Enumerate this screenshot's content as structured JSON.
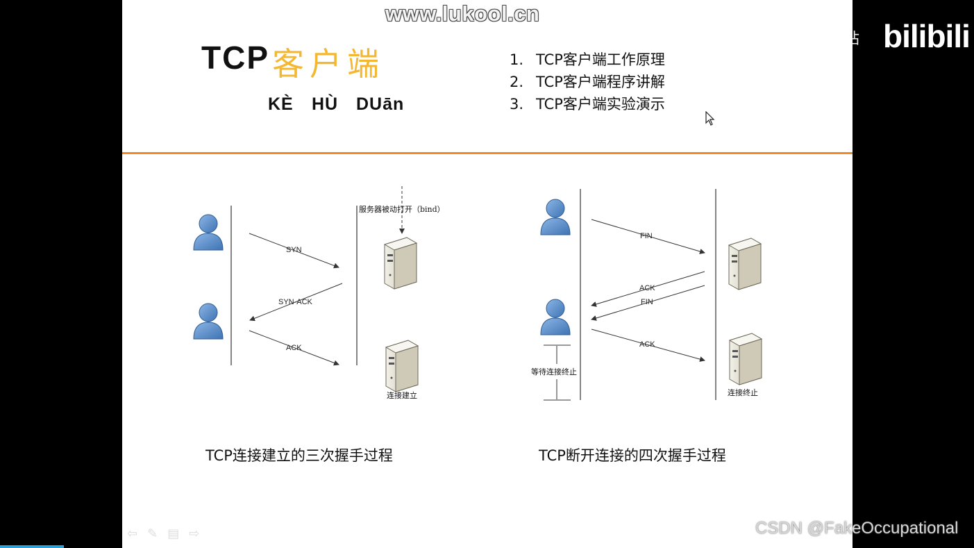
{
  "watermark": "www.lukool.cn",
  "title": {
    "en": "TCP",
    "cn": "客户端"
  },
  "pinyin": [
    "KÈ",
    "HÙ",
    "DUān"
  ],
  "outline": [
    {
      "num": "1.",
      "text": "TCP客户端工作原理"
    },
    {
      "num": "2.",
      "text": "TCP客户端程序讲解"
    },
    {
      "num": "3.",
      "text": "TCP客户端实验演示"
    }
  ],
  "handshake": {
    "server_passive_open": "服务器被动打开（bind）",
    "syn": "SYN",
    "syn_ack": "SYN-ACK",
    "ack": "ACK",
    "established": "连接建立",
    "caption": "TCP连接建立的三次握手过程"
  },
  "teardown": {
    "fin1": "FIN",
    "ack1": "ACK",
    "fin2": "FIN",
    "ack2": "ACK",
    "wait": "等待连接终止",
    "terminated": "连接终止",
    "caption": "TCP断开连接的四次握手过程"
  },
  "bilibili": {
    "station": "哔哩哔哩站",
    "logo": "bilibili"
  },
  "csdn": "CSDN @FakeOccupational",
  "colors": {
    "accent_line": "#f08a24",
    "title_cn": "#f4b731",
    "user_icon": "#5b8fc9",
    "server": "#d8d4c4"
  },
  "icons": [
    "user-icon",
    "server-icon",
    "cursor-icon",
    "prev-icon",
    "pen-icon",
    "menu-icon",
    "next-icon"
  ]
}
